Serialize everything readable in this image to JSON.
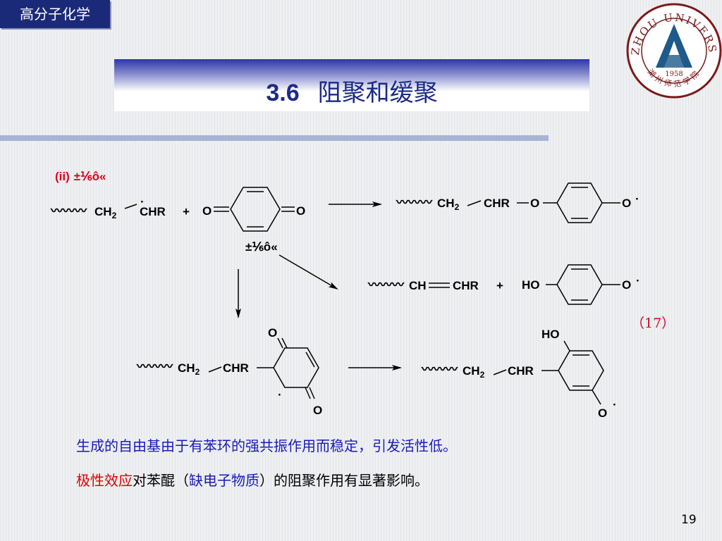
{
  "header": {
    "course_name": "高分子化学",
    "section_number": "3.6",
    "section_title": "阻聚和缓聚"
  },
  "logo": {
    "text_top": "HUZHOU UNIVERSITY",
    "year": "1958",
    "text_bottom": "湖州师范学院"
  },
  "scheme": {
    "label_ii": "(ii)",
    "garbled_label": "±⅙ô«",
    "garbled_label_mid": "±⅙ô«",
    "chain": "〰〰〰",
    "ch2": "CH",
    "sub2": "2",
    "chr": "CHR",
    "ch": "CH",
    "o": "O",
    "ho": "HO",
    "plus": "+",
    "dot": "·",
    "equation_number": "（17）"
  },
  "text": {
    "line1": "生成的自由基由于有苯环的强共振作用而稳定，引发活性低。",
    "line2_red": "极性效应",
    "line2_a": "对苯醌（",
    "line2_blue": "缺电子物质",
    "line2_b": "）的阻聚作用有显著影响。"
  },
  "page_number": "19"
}
